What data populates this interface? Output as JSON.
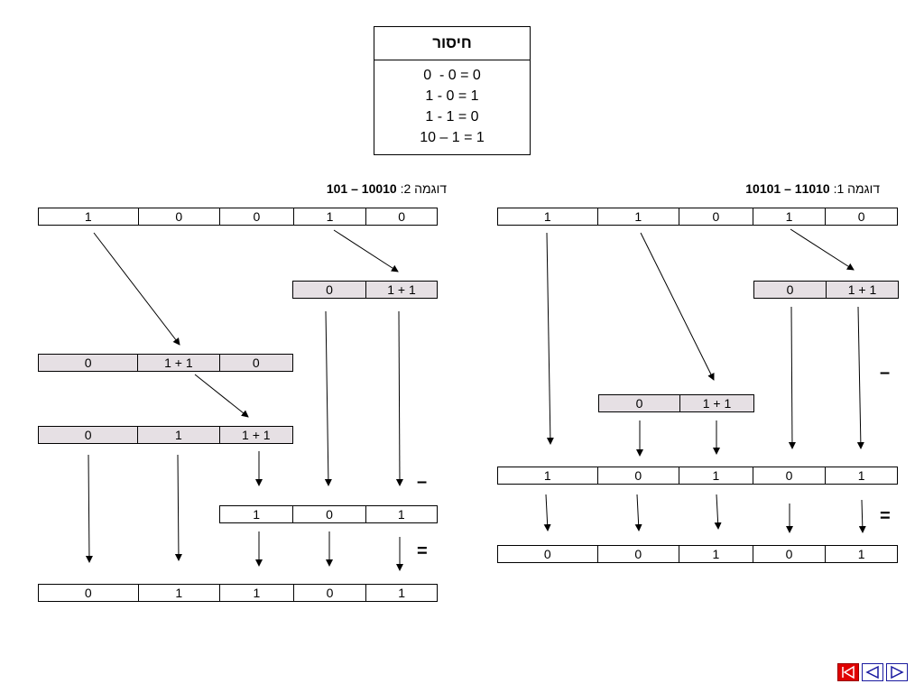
{
  "rules": {
    "title": "חיסור",
    "lines": [
      "0  - 0 = 0",
      "1 - 0 = 1",
      "1 - 1 = 0",
      "10 – 1 = 1"
    ]
  },
  "example1": {
    "label": "דוגמה 1: ",
    "expr": "11010 – 10101",
    "top": [
      "1",
      "1",
      "0",
      "1",
      "0"
    ],
    "borrow_a": [
      "0",
      "1 + 1"
    ],
    "borrow_b": [
      "0",
      "1 + 1"
    ],
    "subtrahend": [
      "1",
      "0",
      "1",
      "0",
      "1"
    ],
    "result": [
      "0",
      "0",
      "1",
      "0",
      "1"
    ],
    "minus_sign": "–",
    "equals_sign": "="
  },
  "example2": {
    "label": "דוגמה 2: ",
    "expr": "10010 – 101",
    "top": [
      "1",
      "0",
      "0",
      "1",
      "0"
    ],
    "borrow_a": [
      "0",
      "1 + 1"
    ],
    "borrow_b": [
      "0",
      "1 + 1",
      "0"
    ],
    "borrow_c": [
      "0",
      "1",
      "1 + 1"
    ],
    "subtrahend": [
      "1",
      "0",
      "1"
    ],
    "result": [
      "0",
      "1",
      "1",
      "0",
      "1"
    ],
    "minus_sign": "–",
    "equals_sign": "="
  },
  "nav": {
    "first_icon": "first-slide-icon",
    "prev_icon": "prev-slide-icon",
    "next_icon": "next-slide-icon"
  }
}
